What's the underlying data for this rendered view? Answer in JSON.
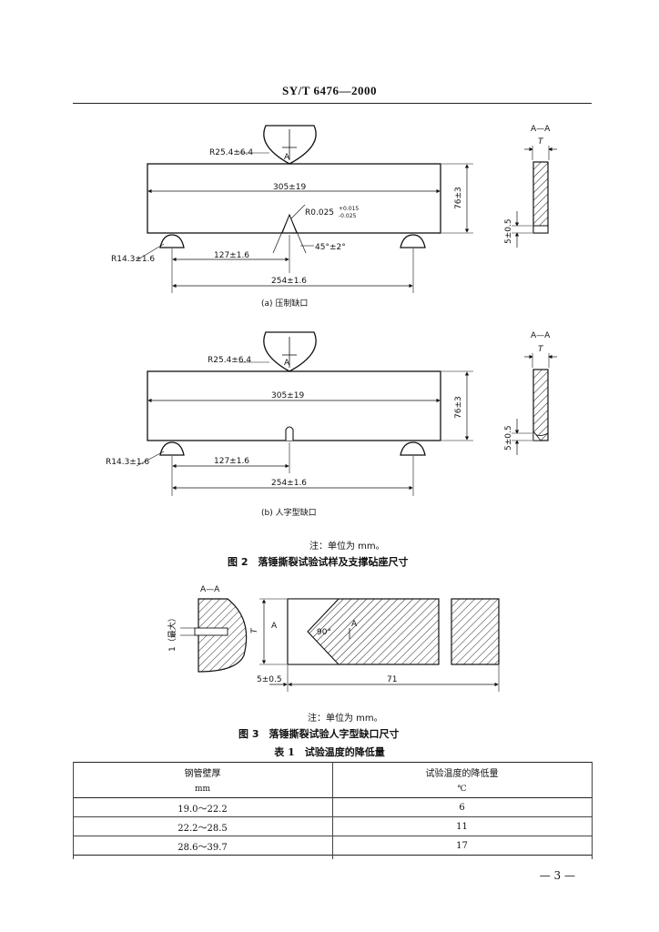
{
  "header": {
    "standard_no": "SY/T 6476—2000"
  },
  "figure2": {
    "part_a": {
      "caption": "(a) 压制缺口",
      "dims": {
        "radius_top": "R25.4±6.4",
        "length": "305±19",
        "height": "76±3",
        "notch_radius": "R0.025",
        "notch_radius_tol_upper": "+0.015",
        "notch_radius_tol_lower": "-0.025",
        "notch_angle": "45°±2°",
        "radius_support": "R14.3±1.6",
        "half_span": "127±1.6",
        "span": "254±1.6",
        "section_label": "A",
        "section_title": "A—A",
        "thickness": "T",
        "notch_depth": "5±0.5"
      }
    },
    "part_b": {
      "caption": "(b) 人字型缺口",
      "dims": {
        "radius_top": "R25.4±6.4",
        "length": "305±19",
        "height": "76±3",
        "radius_support": "R14.3±1.6",
        "half_span": "127±1.6",
        "span": "254±1.6",
        "section_label": "A",
        "section_title": "A—A",
        "thickness": "T",
        "notch_depth": "5±0.5"
      }
    },
    "note": "注：单位为 mm。",
    "title": "图 2　落锤撕裂试验试样及支撑砧座尺寸"
  },
  "figure3": {
    "section_title": "A—A",
    "dims": {
      "slot": "1（最大）",
      "thickness": "T",
      "angle": "90°",
      "section_label": "A",
      "depth": "5±0.5",
      "length": "71"
    },
    "note": "注：单位为 mm。",
    "title": "图 3　落锤撕裂试验人字型缺口尺寸"
  },
  "table1": {
    "title": "表 1　试验温度的降低量",
    "headers": [
      "钢管壁厚",
      "试验温度的降低量"
    ],
    "units": [
      "mm",
      "℃"
    ],
    "rows": [
      [
        "19.0～22.2",
        "6"
      ],
      [
        "22.2～28.5",
        "11"
      ],
      [
        "28.6～39.7",
        "17"
      ]
    ]
  },
  "page_number": "— 3 —"
}
